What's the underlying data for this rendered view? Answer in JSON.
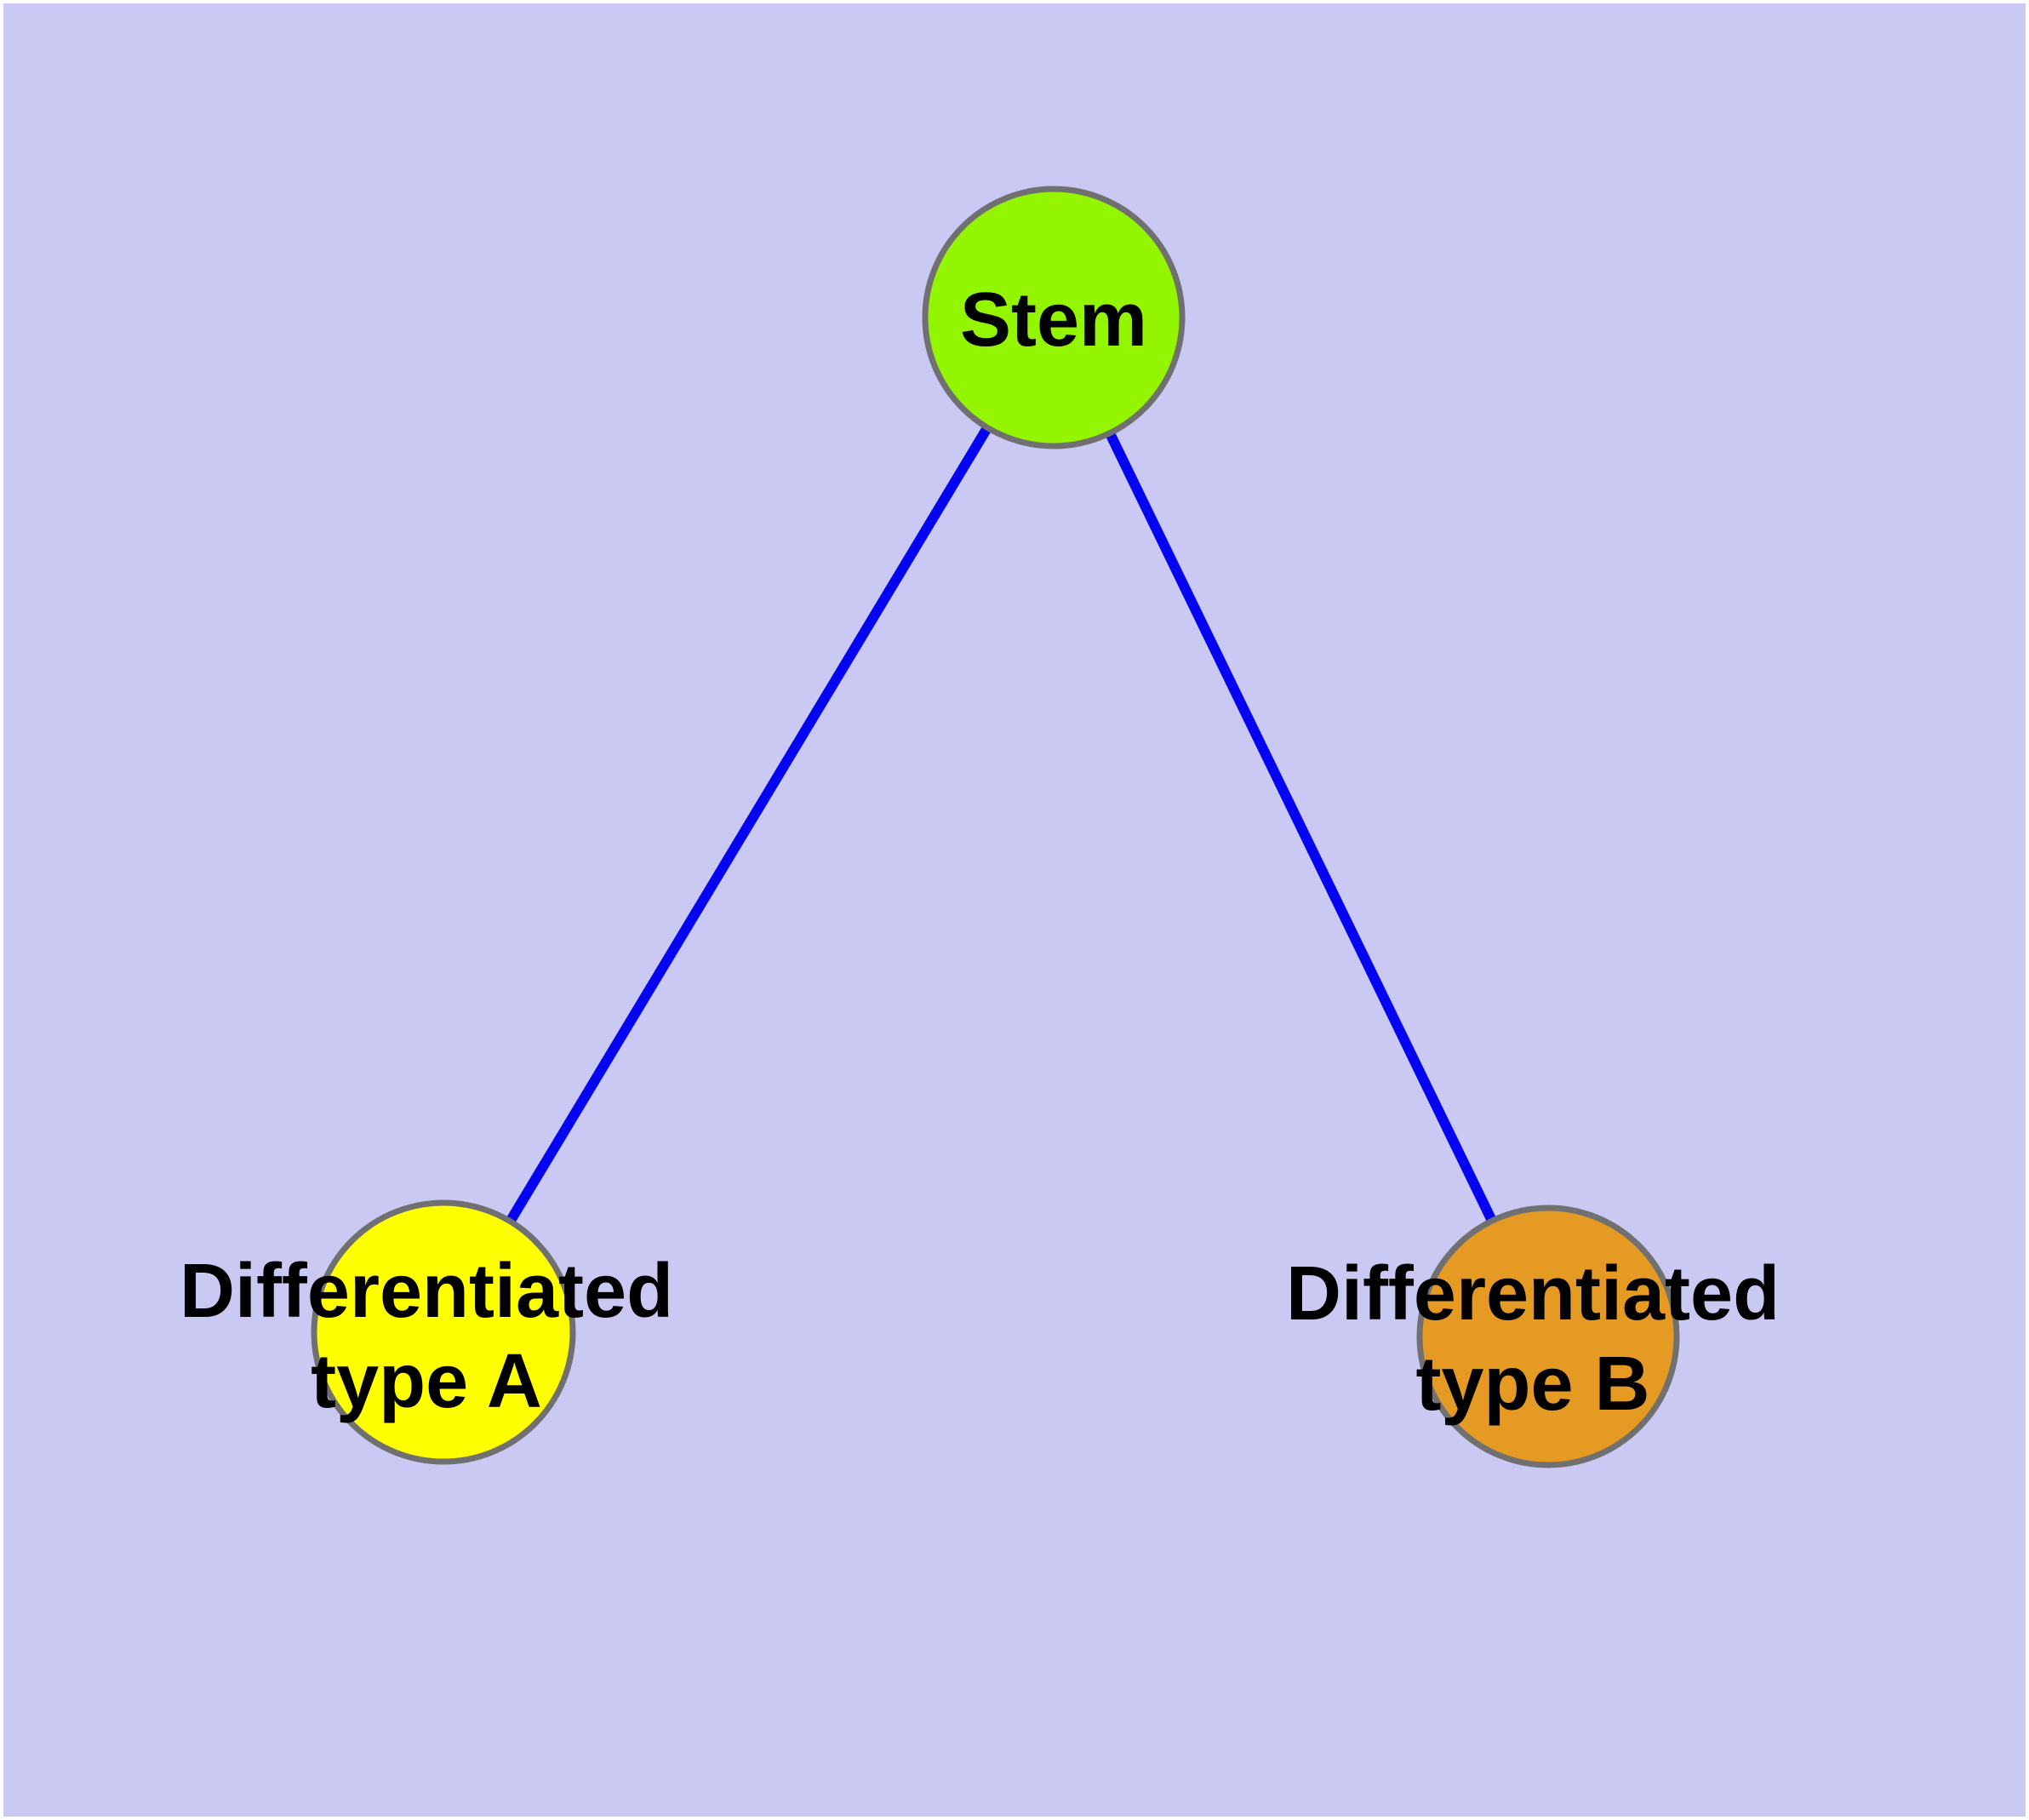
{
  "canvas": {
    "background": "#c9c9f4",
    "frame": "#ffffff"
  },
  "nodes": {
    "stem": {
      "label": "Stem",
      "fill": "#94f500",
      "stroke": "#707070"
    },
    "type_a": {
      "label": "Differentiated\ntype A",
      "fill": "#ffff00",
      "stroke": "#707070"
    },
    "type_b": {
      "label": "Differentiated\ntype B",
      "fill": "#e59b23",
      "stroke": "#707070"
    }
  },
  "edges": {
    "color": "#0404f2",
    "items": [
      {
        "from": "Stem",
        "to": "Differentiated type A"
      },
      {
        "from": "Stem",
        "to": "Differentiated type B"
      }
    ]
  }
}
